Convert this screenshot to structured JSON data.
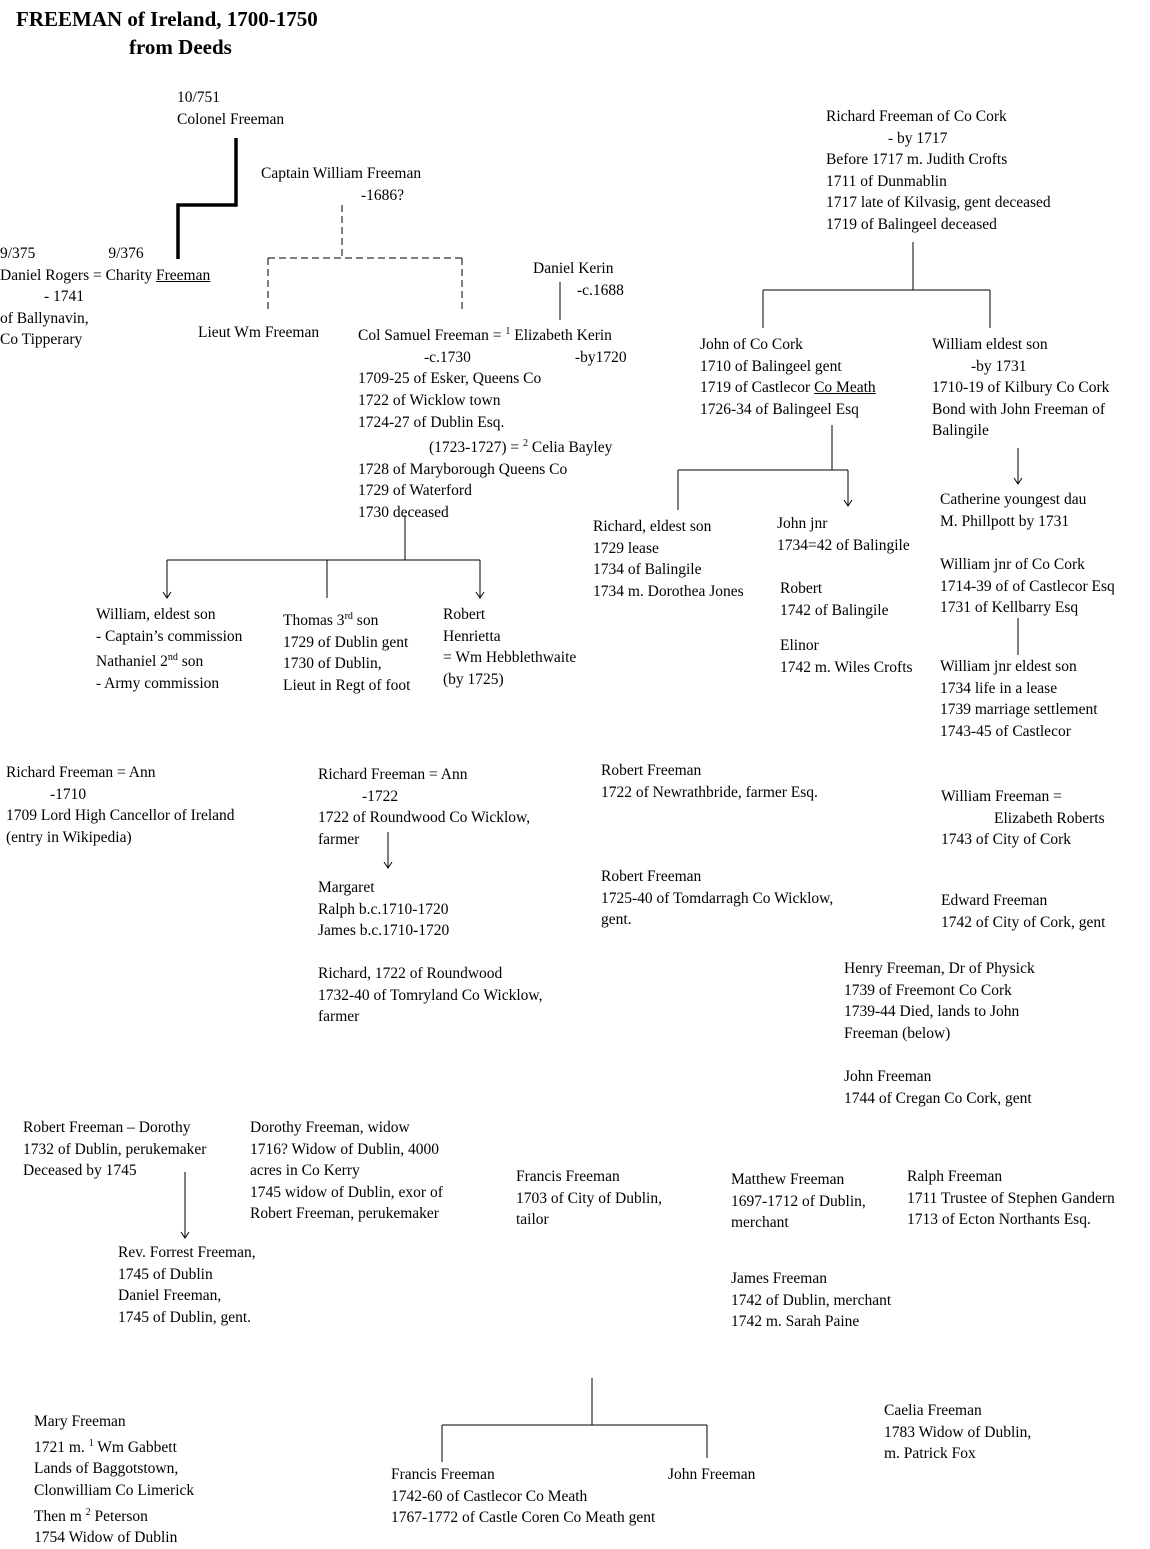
{
  "title": {
    "line1": "FREEMAN of Ireland, 1700-1750",
    "line2": "from Deeds"
  },
  "colonel": {
    "ref": "10/751",
    "name": "Colonel Freeman"
  },
  "capt_william": {
    "name": "Captain William Freeman",
    "dates": "-1686?"
  },
  "rogers": {
    "ref_left": "9/375",
    "ref_right": "9/376",
    "marriage_a": "Daniel Rogers = Charity ",
    "marriage_b": "Freeman",
    "dates": "- 1741",
    "place1": "of Ballynavin,",
    "place2": "Co Tipperary"
  },
  "lieut_wm": {
    "name": "Lieut Wm Freeman"
  },
  "daniel_kerin": {
    "name": "Daniel Kerin",
    "dates": "-c.1688"
  },
  "samuel": {
    "marriage_a": "Col Samuel Freeman = ",
    "sup1": "1",
    "marriage_b": " Elizabeth Kerin",
    "dates_a": "-c.1730",
    "dates_b": "-by1720",
    "l1": "1709-25 of Esker, Queens Co",
    "l2": "1722 of Wicklow town",
    "l3": "1724-27 of Dublin Esq.",
    "l4a": "(1723-1727) = ",
    "sup2": "2",
    "l4b": " Celia Bayley",
    "l5": "1728 of Maryborough Queens Co",
    "l6": "1729 of Waterford",
    "l7": "1730 deceased"
  },
  "william_son": {
    "l1": "William, eldest son",
    "l2": "- Captain’s commission",
    "l3": "Nathaniel 2",
    "l3sup": "nd",
    "l3b": " son",
    "l4": "- Army commission"
  },
  "thomas": {
    "l1a": "Thomas 3",
    "l1sup": "rd",
    "l1b": " son",
    "l2": "1729 of Dublin gent",
    "l3": "1730 of Dublin,",
    "l4": "Lieut in Regt of foot"
  },
  "robert_henrietta": {
    "l1": "Robert",
    "l2": "Henrietta",
    "l3": "= Wm Hebblethwaite",
    "l4": "(by 1725)"
  },
  "richard_cork": {
    "l1": "Richard Freeman of Co Cork",
    "l2": "- by 1717",
    "l3": "Before 1717 m. Judith Crofts",
    "l4": "1711 of Dunmablin",
    "l5": "1717 late of Kilvasig, gent deceased",
    "l6": "1719 of Balingeel deceased"
  },
  "john_cork": {
    "l1": "John of Co Cork",
    "l2": "1710 of Balingeel gent",
    "l3a": "1719 of Castlecor ",
    "l3b": "Co Meath",
    "l4": "1726-34 of Balingeel Esq"
  },
  "william_eldest": {
    "l1": "William eldest son",
    "l2": "-by 1731",
    "l3": "1710-19 of Kilbury Co Cork",
    "l4": "Bond with John Freeman of",
    "l5": "Balingile"
  },
  "richard_eldest": {
    "l1": "Richard, eldest son",
    "l2": "1729 lease",
    "l3": "1734 of Balingile",
    "l4": "1734 m. Dorothea Jones"
  },
  "john_jnr": {
    "l1": "John jnr",
    "l2": "1734=42 of Balingile"
  },
  "robert_bal": {
    "l1": "Robert",
    "l2": "1742 of Balingile"
  },
  "elinor": {
    "l1": "Elinor",
    "l2": "1742 m. Wiles Crofts"
  },
  "catherine": {
    "l1": "Catherine youngest dau",
    "l2": "M. Phillpott by 1731"
  },
  "william_jnr": {
    "l1": "William jnr of Co Cork",
    "l2": "1714-39 of of Castlecor Esq",
    "l3": "1731 of Kellbarry Esq"
  },
  "william_jnr_eldest": {
    "l1": "William jnr eldest son",
    "l2": "1734 life in a lease",
    "l3": "1739 marriage settlement",
    "l4": "1743-45 of Castlecor"
  },
  "richard_lord": {
    "l1": "Richard Freeman = Ann",
    "l2": "-1710",
    "l3": "1709 Lord High Cancellor of Ireland",
    "l4": "(entry in Wikipedia)"
  },
  "richard_roundwood": {
    "l1": "Richard Freeman = Ann",
    "l2": "-1722",
    "l3": "1722 of Roundwood Co Wicklow,",
    "l4": "farmer"
  },
  "margaret": {
    "l1": "Margaret",
    "l2": "Ralph b.c.1710-1720",
    "l3": "James b.c.1710-1720"
  },
  "richard_1722": {
    "l1": "Richard, 1722 of Roundwood",
    "l2": "1732-40 of Tomryland Co Wicklow,",
    "l3": "farmer"
  },
  "robert_newrath": {
    "l1": "Robert Freeman",
    "l2": "1722 of Newrathbride, farmer Esq."
  },
  "robert_tom": {
    "l1": "Robert Freeman",
    "l2": "1725-40 of Tomdarragh Co Wicklow,",
    "l3": "gent."
  },
  "william_roberts": {
    "l1": "William Freeman =",
    "l2": "Elizabeth Roberts",
    "l3": "1743 of City of Cork"
  },
  "edward": {
    "l1": "Edward Freeman",
    "l2": "1742 of City of Cork, gent"
  },
  "henry": {
    "l1": "Henry Freeman, Dr of Physick",
    "l2": "1739 of Freemont Co Cork",
    "l3": "1739-44 Died, lands to John",
    "l4": "Freeman (below)"
  },
  "john_cregan": {
    "l1": "John Freeman",
    "l2": "1744 of Cregan Co Cork, gent"
  },
  "robert_dorothy": {
    "l1": "Robert Freeman – Dorothy",
    "l2": "1732 of Dublin, perukemaker",
    "l3": "Deceased by 1745"
  },
  "dorothy_widow": {
    "l1": "Dorothy Freeman, widow",
    "l2": "1716? Widow of Dublin, 4000",
    "l3": "acres in Co Kerry",
    "l4": "1745 widow of Dublin, exor of",
    "l5": "Robert Freeman, perukemaker"
  },
  "francis_tailor": {
    "l1": "Francis Freeman",
    "l2": "1703 of City of Dublin,",
    "l3": "tailor"
  },
  "matthew": {
    "l1": "Matthew Freeman",
    "l2": "1697-1712 of Dublin,",
    "l3": "merchant"
  },
  "ralph": {
    "l1": "Ralph Freeman",
    "l2": "1711 Trustee of Stephen Gandern",
    "l3": "1713 of Ecton Northants Esq."
  },
  "forrest": {
    "l1": "Rev. Forrest Freeman,",
    "l2": "1745 of Dublin",
    "l3": "Daniel Freeman,",
    "l4": "1745 of Dublin, gent."
  },
  "james": {
    "l1": "James Freeman",
    "l2": "1742 of Dublin, merchant",
    "l3": "1742 m. Sarah Paine"
  },
  "mary": {
    "l1": "Mary Freeman",
    "l2a": "1721 m. ",
    "l2sup": "1",
    "l2b": " Wm Gabbett",
    "l3": "Lands of Baggotstown,",
    "l4": "Clonwilliam Co Limerick",
    "l5a": "Then m ",
    "l5sup": "2",
    "l5b": " Peterson",
    "l6": "1754 Widow of Dublin"
  },
  "francis_castlecor": {
    "l1": "Francis Freeman",
    "l2": "1742-60 of Castlecor Co Meath",
    "l3": "1767-1772 of Castle Coren Co Meath gent"
  },
  "john_freeman_last": {
    "l1": "John Freeman"
  },
  "caelia": {
    "l1": "Caelia Freeman",
    "l2": "1783 Widow of Dublin,",
    "l3": "m. Patrick Fox"
  }
}
